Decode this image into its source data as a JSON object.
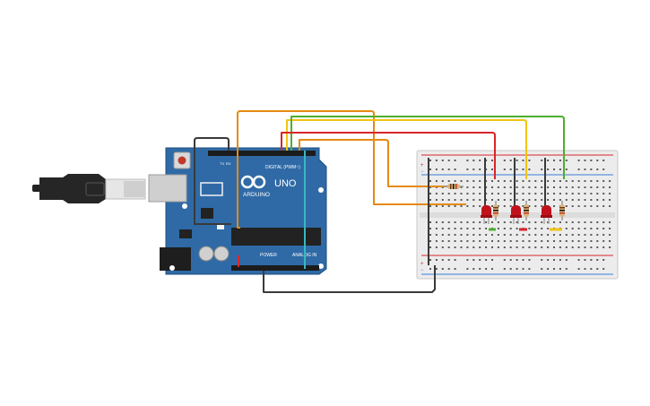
{
  "canvas": {
    "background": "#ffffff"
  },
  "board": {
    "brand": "ARDUINO",
    "model": "UNO",
    "digital_label": "DIGITAL (PWM~)",
    "power_label": "POWER",
    "analog_label": "ANALOG IN",
    "color": "#2f6aa6",
    "tx_label": "TX",
    "rx_label": "RX"
  },
  "breadboard": {
    "top_rail_plus": "+",
    "top_rail_minus": "−",
    "bottom_rail_plus": "+",
    "bottom_rail_minus": "−"
  },
  "components": {
    "leds": [
      "red-led-1",
      "red-led-2",
      "red-led-3"
    ],
    "resistors": [
      "resistor-1",
      "resistor-2",
      "resistor-3",
      "resistor-4"
    ]
  },
  "wire_colors": {
    "orange": "#e58a12",
    "yellow": "#f0c414",
    "green": "#4caf2e",
    "red": "#d8262a",
    "black": "#3a3a3a",
    "teal": "#38b8c0"
  }
}
